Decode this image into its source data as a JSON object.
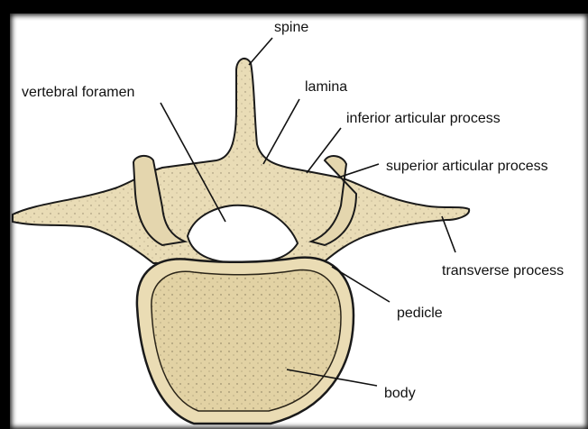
{
  "labels": {
    "spine": "spine",
    "lamina": "lamina",
    "vertebral_foramen": "vertebral foramen",
    "inferior_articular_process": "inferior articular process",
    "superior_articular_process": "superior articular process",
    "transverse_process": "transverse process",
    "pedicle": "pedicle",
    "body": "body"
  },
  "colors": {
    "bone": "#e9dcb6",
    "bone_shadow": "#cdbd91",
    "outline": "#1a1a1a",
    "frame": "#000000"
  }
}
